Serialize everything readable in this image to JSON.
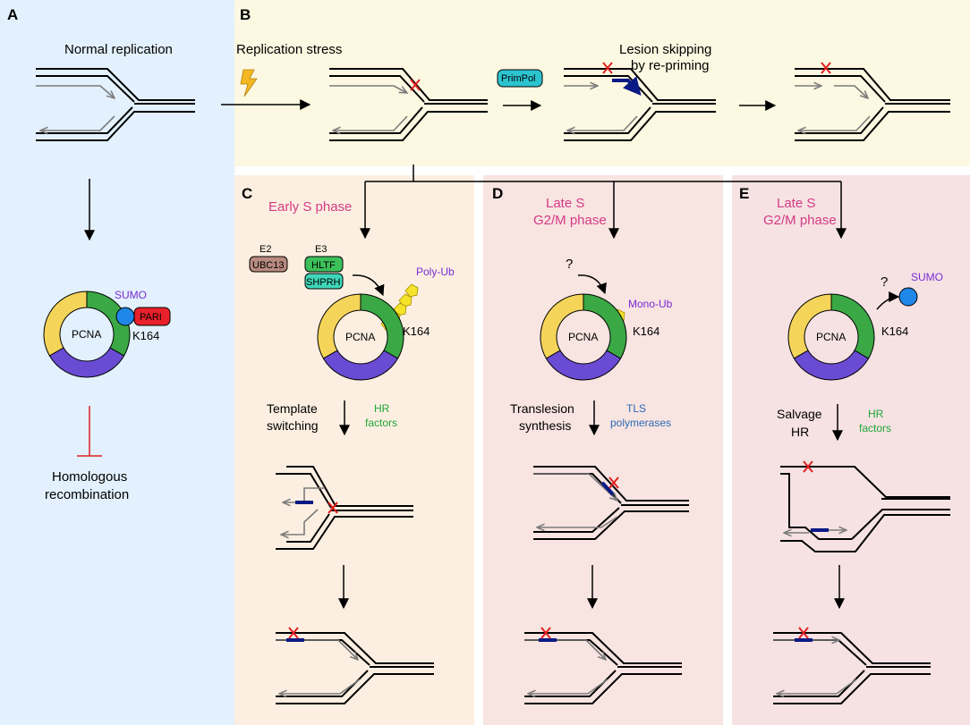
{
  "panels": {
    "A": {
      "letter": "A",
      "title": "Normal replication",
      "outcome_line1": "Homologous",
      "outcome_line2": "recombination",
      "modification": "SUMO",
      "partner": "PARI",
      "residue": "K164",
      "pcna": "PCNA"
    },
    "B": {
      "letter": "B",
      "title": "Replication stress",
      "primpol": "PrimPol",
      "lesion_line1": "Lesion skipping",
      "lesion_line2": "by re-priming"
    },
    "C": {
      "letter": "C",
      "phase": "Early S phase",
      "e2_label": "E2",
      "e3_label": "E3",
      "e2_enzyme": "UBC13",
      "e3_enzyme_1": "HLTF",
      "e3_enzyme_2": "SHPRH",
      "modification": "Poly-Ub",
      "residue": "K164",
      "pcna": "PCNA",
      "process_line1": "Template",
      "process_line2": "switching",
      "factors_line1": "HR",
      "factors_line2": "factors"
    },
    "D": {
      "letter": "D",
      "phase_line1": "Late S",
      "phase_line2": "G2/M phase",
      "question": "?",
      "modification": "Mono-Ub",
      "residue": "K164",
      "pcna": "PCNA",
      "process_line1": "Translesion",
      "process_line2": "synthesis",
      "factors_line1": "TLS",
      "factors_line2": "polymerases"
    },
    "E": {
      "letter": "E",
      "phase_line1": "Late S",
      "phase_line2": "G2/M phase",
      "question": "?",
      "modification": "SUMO",
      "residue": "K164",
      "pcna": "PCNA",
      "process_line1": "Salvage",
      "process_line2": "HR",
      "factors_line1": "HR",
      "factors_line2": "factors"
    }
  },
  "colors": {
    "panel_A_bg": "#e2f1fd",
    "panel_B_bg": "#fcf8e1",
    "panel_C_bg": "#fcefe1",
    "panel_D_bg": "#f8e4e1",
    "panel_E_bg": "#f6e2e3",
    "pcna_yellow": "#f5d45a",
    "pcna_green": "#3aa845",
    "pcna_purple": "#6a4bd3",
    "sumo_blue": "#1f87e8",
    "pari_red": "#e8202a",
    "ubc13": "#b88a80",
    "hltf": "#3cc05a",
    "shprh": "#3fd6b8",
    "primpol": "#2cc4cf",
    "ub_yellow": "#f5e22a",
    "lesion_red": "#e02020",
    "patch_navy": "#0a1a85",
    "phase_pink": "#d63a86",
    "modification_purple": "#7a2bd6",
    "hr_green": "#1fa63a",
    "tls_blue": "#2a6bb4"
  },
  "icons": [
    "lightning-icon"
  ]
}
